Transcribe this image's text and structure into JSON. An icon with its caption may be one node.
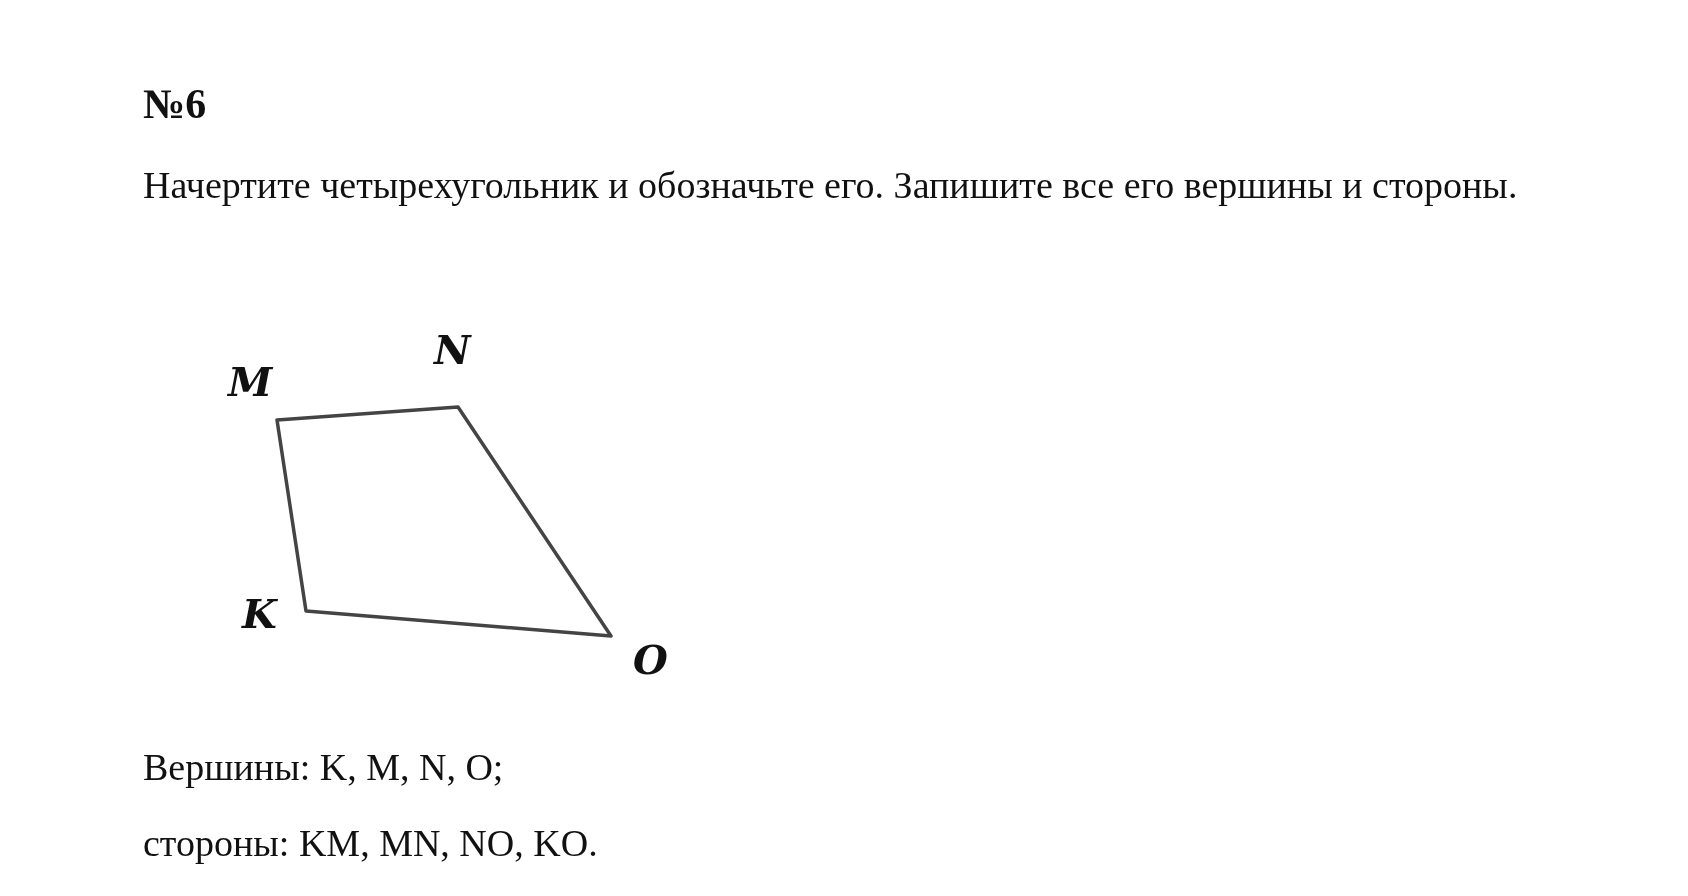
{
  "diagram": {
    "title": "№6",
    "labels": [
      "Начертите четырехугольник и обозначьте его. Запишите все его вершины и стороны.",
      "M",
      "N",
      "K",
      "O",
      "Вершины: K, M, N, O;",
      "стороны: KM, MN, NO, KO."
    ]
  }
}
